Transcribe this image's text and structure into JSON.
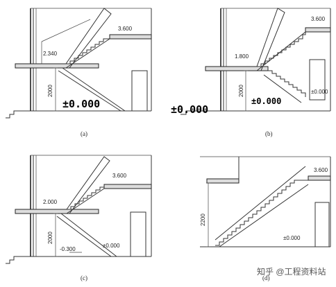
{
  "panels": [
    {
      "id": "a",
      "caption": "(a)",
      "levels": [
        "3.600",
        "2.340"
      ],
      "dimension": "2000",
      "overlay": "±0.000"
    },
    {
      "id": "b",
      "caption": "(b)",
      "levels": [
        "3.600",
        "1.800",
        "±0.000"
      ],
      "dimension": "2000",
      "overlay": "±0.000"
    },
    {
      "id": "c",
      "caption": "(c)",
      "levels": [
        "3.600",
        "2.000",
        "-0.300",
        "±0.000"
      ],
      "dimension": "2000"
    },
    {
      "id": "d",
      "caption": "(d)",
      "levels": [
        "3.600",
        "±0.000"
      ],
      "dimension": "2200"
    }
  ],
  "floating_overlay": "±0.000",
  "watermark": "知乎 @工程资料站"
}
